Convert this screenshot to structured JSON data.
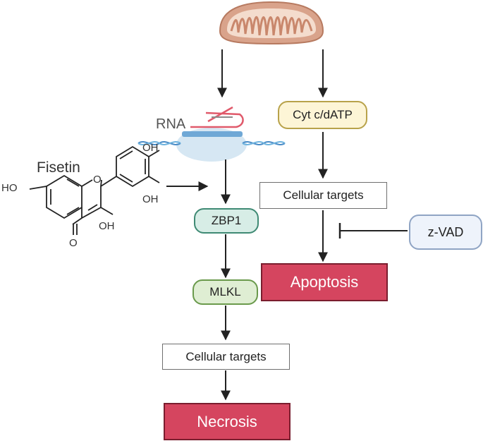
{
  "labels": {
    "rna": "RNA",
    "fisetin": "Fisetin",
    "cyt": "Cyt c/dATP",
    "cellular_targets_right": "Cellular targets",
    "zbp1": "ZBP1",
    "mlkl": "MLKL",
    "apoptosis": "Apoptosis",
    "zvad": "z-VAD",
    "cellular_targets_left": "Cellular targets",
    "necrosis": "Necrosis"
  },
  "molecule": {
    "ho_left": "HO",
    "oh_top": "OH",
    "oh_right": "OH",
    "oh_bottom": "OH",
    "o_ring": "O",
    "o_carbonyl": "O"
  },
  "colors": {
    "cyt_fill": "#fdf5d6",
    "cyt_border": "#b8a24a",
    "zbp1_fill": "#d7ede6",
    "zbp1_border": "#3f8a74",
    "mlkl_fill": "#dfeed3",
    "mlkl_border": "#6a9a4c",
    "zvad_fill": "#eef3fb",
    "zvad_border": "#8fa4c4",
    "outcome_fill": "#d5455f",
    "mito_fill": "#d9a38b",
    "mito_inner": "#f4dccd"
  }
}
